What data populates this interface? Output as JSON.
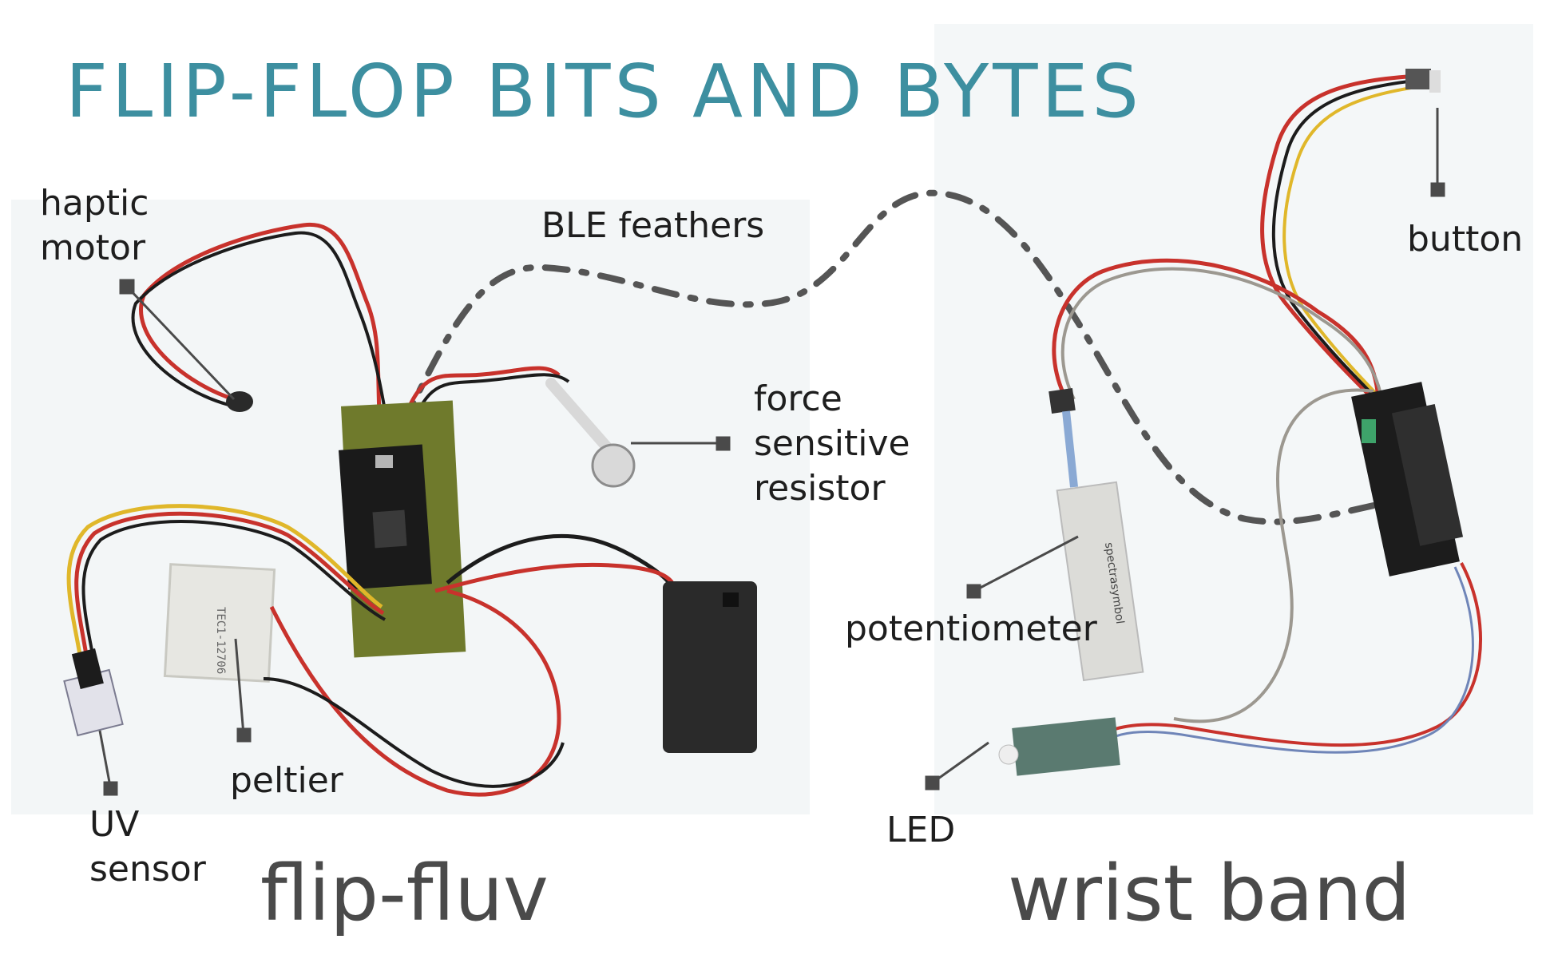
{
  "title": "FLIP-FLOP BITS AND BYTES",
  "labels": {
    "haptic_motor": [
      "haptic",
      "motor"
    ],
    "ble_feathers": "BLE feathers",
    "force_sensitive_resistor": [
      "force",
      "sensitive",
      "resistor"
    ],
    "button": "button",
    "potentiometer": "potentiometer",
    "led": "LED",
    "peltier": "peltier",
    "uv_sensor": [
      "UV",
      "sensor"
    ]
  },
  "sections": {
    "left": "flip-fluv",
    "right": "wrist band"
  },
  "peltier_marking": "TEC1-12706",
  "potentiometer_marking": "spectrasymbol",
  "colors": {
    "title": "#3d8fa0",
    "label": "#1e1e1e",
    "big_label": "#4a4a4a",
    "connector": "#4a4a4a",
    "wire_red": "#c8322c",
    "wire_black": "#1c1c1c",
    "wire_yellow": "#e0b72a",
    "wire_grey": "#9c9890",
    "board_green": "#6f7a2c"
  }
}
